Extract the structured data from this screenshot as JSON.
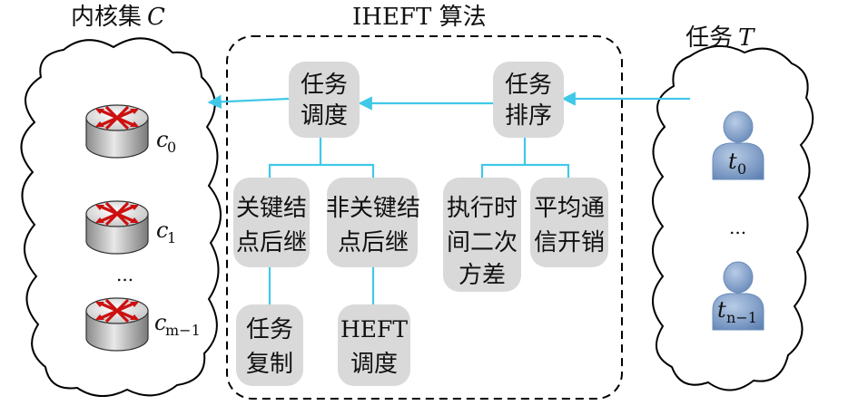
{
  "labels": {
    "core_set": "内核集",
    "core_set_var": "C",
    "algorithm": "IHEFT 算法",
    "task_set": "任务",
    "task_set_var": "T"
  },
  "nodes": {
    "task_schedule": [
      "任务",
      "调度"
    ],
    "task_sort": [
      "任务",
      "排序"
    ],
    "critical_succ": [
      "关键结",
      "点后继"
    ],
    "noncritical_succ": [
      "非关键结",
      "点后继"
    ],
    "exec_variance": [
      "执行时",
      "间二次",
      "方差"
    ],
    "avg_comm": [
      "平均通",
      "信开销"
    ],
    "task_copy": [
      "任务",
      "复制"
    ],
    "heft_schedule": [
      "HEFT",
      "调度"
    ]
  },
  "cores": [
    {
      "var": "c",
      "sub": "0"
    },
    {
      "var": "c",
      "sub": "1"
    },
    {
      "var": "c",
      "sub": "m−1"
    }
  ],
  "core_ellipsis": "...",
  "tasks": [
    {
      "var": "t",
      "sub": "0"
    },
    {
      "var": "t",
      "sub": "n−1"
    }
  ],
  "task_ellipsis": "...",
  "colors": {
    "arrow": "#40c8e8",
    "node_fill": "#d9d9d9",
    "router_arrow": "#cc1010",
    "user_icon": "#7fa0c8"
  },
  "icons": {
    "core": "router-icon",
    "task": "user-icon"
  }
}
